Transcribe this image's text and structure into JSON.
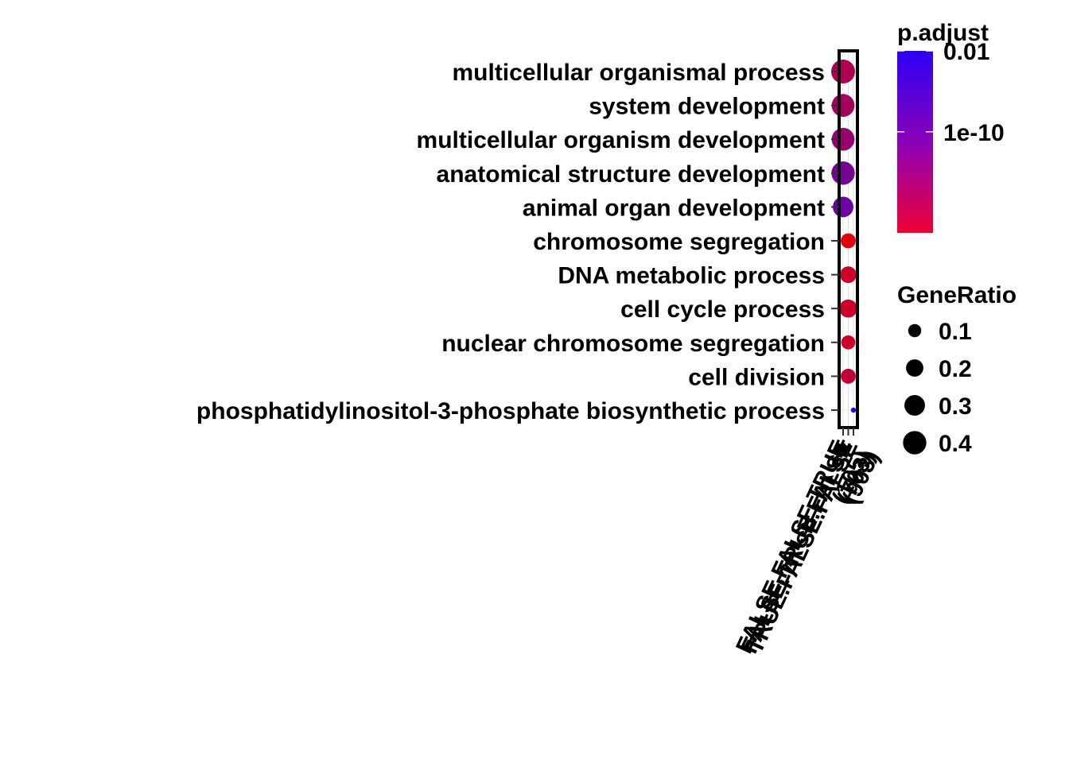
{
  "chart_data": {
    "type": "scatter",
    "subtype": "dotplot",
    "title": "",
    "xlabel": "",
    "ylabel": "",
    "x_categories": [
      "FALSE.FALSE.TRUE\n(105)",
      "FALSE.TRUE.FALSE\n(703)",
      "TRUE.FALSE.FALSE\n(903)"
    ],
    "y_categories": [
      "multicellular organismal process",
      "system development",
      "multicellular organism development",
      "anatomical structure development",
      "animal organ development",
      "chromosome segregation",
      "DNA metabolic process",
      "cell cycle process",
      "nuclear chromosome segregation",
      "cell division",
      "phosphatidylinositol-3-phosphate biosynthetic process"
    ],
    "points": [
      {
        "term": "multicellular organismal process",
        "cluster": 0,
        "gene_ratio": 0.42,
        "p_adjust": 1e-14
      },
      {
        "term": "system development",
        "cluster": 0,
        "gene_ratio": 0.38,
        "p_adjust": 1e-13
      },
      {
        "term": "multicellular organism development",
        "cluster": 0,
        "gene_ratio": 0.38,
        "p_adjust": 1e-12
      },
      {
        "term": "anatomical structure development",
        "cluster": 0,
        "gene_ratio": 0.4,
        "p_adjust": 1e-09
      },
      {
        "term": "animal organ development",
        "cluster": 0,
        "gene_ratio": 0.3,
        "p_adjust": 1e-08
      },
      {
        "term": "chromosome segregation",
        "cluster": 1,
        "gene_ratio": 0.14,
        "p_adjust": 1e-19
      },
      {
        "term": "DNA metabolic process",
        "cluster": 1,
        "gene_ratio": 0.18,
        "p_adjust": 1e-17
      },
      {
        "term": "cell cycle process",
        "cluster": 1,
        "gene_ratio": 0.22,
        "p_adjust": 1e-17
      },
      {
        "term": "nuclear chromosome segregation",
        "cluster": 1,
        "gene_ratio": 0.12,
        "p_adjust": 1e-17
      },
      {
        "term": "cell division",
        "cluster": 1,
        "gene_ratio": 0.14,
        "p_adjust": 1e-16
      },
      {
        "term": "phosphatidylinositol-3-phosphate biosynthetic process",
        "cluster": 2,
        "gene_ratio": 0.005,
        "p_adjust": 0.01
      }
    ],
    "color_legend": {
      "title": "p.adjust",
      "scale": "log10",
      "range": [
        1e-20,
        0.01
      ],
      "low_color": "#EE0000",
      "high_color": "#2C00F5",
      "ticks": [
        {
          "value": 0.01,
          "label": "0.01"
        },
        {
          "value": 1e-10,
          "label": "1e-10"
        }
      ]
    },
    "size_legend": {
      "title": "GeneRatio",
      "entries": [
        {
          "value": 0.1,
          "label": "0.1"
        },
        {
          "value": 0.2,
          "label": "0.2"
        },
        {
          "value": 0.3,
          "label": "0.3"
        },
        {
          "value": 0.4,
          "label": "0.4"
        }
      ]
    },
    "grid": true,
    "legend_position": "right"
  }
}
